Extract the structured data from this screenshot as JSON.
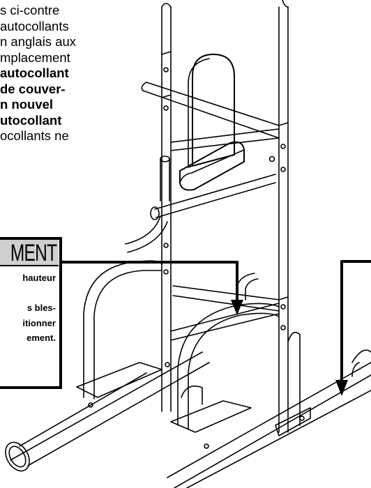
{
  "instructions": [
    {
      "text": "s ci-contre",
      "bold": false
    },
    {
      "text": "autocollants",
      "bold": false
    },
    {
      "text": "n anglais aux",
      "bold": false
    },
    {
      "text": "mplacement",
      "bold": false
    },
    {
      "text": "autocollant",
      "bold": true
    },
    {
      "text": "de couver-",
      "bold": true
    },
    {
      "text": "n nouvel",
      "bold": true
    },
    {
      "text": "utocollant",
      "bold": true
    },
    {
      "text": "ocollants ne",
      "bold": false
    }
  ],
  "warning": {
    "title": "MENT",
    "lines": [
      "hauteur",
      "",
      "s bles-",
      "itionner",
      "ement."
    ],
    "header_color": "#cfcfcf"
  },
  "colors": {
    "ink": "#000000",
    "paper": "#ffffff"
  }
}
